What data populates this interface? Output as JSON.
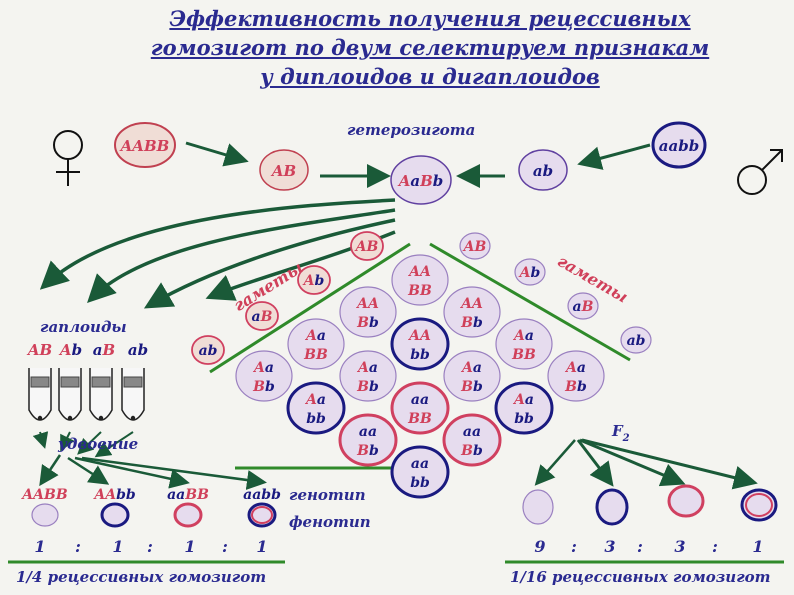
{
  "title": {
    "line1": "Эффективность получения рецессивных",
    "line2": "гомозигот по двум селектируем признакам",
    "line3": "у диплоидов и дигаплоидов"
  },
  "parents": {
    "female_genotype": "AABB",
    "female_gamete": "AB",
    "male_genotype": "aabb",
    "male_gamete": "ab",
    "hybrid_label": "гетерозигота",
    "hybrid": [
      "A",
      "a",
      "B",
      "b"
    ]
  },
  "gametes_label": "гаметы",
  "haploids_label": "гаплоиды",
  "haploids": [
    "AB",
    "Ab",
    "aB",
    "ab"
  ],
  "doubling_label": "удвоение",
  "gametes_left": [
    "AB",
    "Ab",
    "aB",
    "ab"
  ],
  "gametes_right": [
    "AB",
    "Ab",
    "aB",
    "ab"
  ],
  "punnett": [
    [
      "AA BB",
      "AA Bb",
      "Aa BB",
      "Aa Bb"
    ],
    [
      "AA Bb",
      "AA bb",
      "Aa Bb",
      "Aa bb"
    ],
    [
      "Aa BB",
      "Aa Bb",
      "aa BB",
      "aa Bb"
    ],
    [
      "Aa Bb",
      "Aa bb",
      "aa Bb",
      "aa bb"
    ]
  ],
  "f2_label": "F",
  "f2_sub": "2",
  "diploid_genotypes": [
    "AABB",
    "AAbb",
    "aaBB",
    "aabb"
  ],
  "genotype_label": "генотип",
  "phenotype_label": "фенотип",
  "ratio_left": [
    "1",
    ":",
    "1",
    ":",
    "1",
    ":",
    "1"
  ],
  "ratio_right": [
    "9",
    ":",
    "3",
    ":",
    "3",
    ":",
    "1"
  ],
  "caption_left": "1/4 рецессивных гомозигот",
  "caption_right": "1/16 рецессивных гомозигот",
  "colors": {
    "dominant": "#d0405a",
    "recessive": "#1a1a80",
    "text": "#2a2a90",
    "arrow": "#1a5a38",
    "line": "#2f8a2a"
  }
}
